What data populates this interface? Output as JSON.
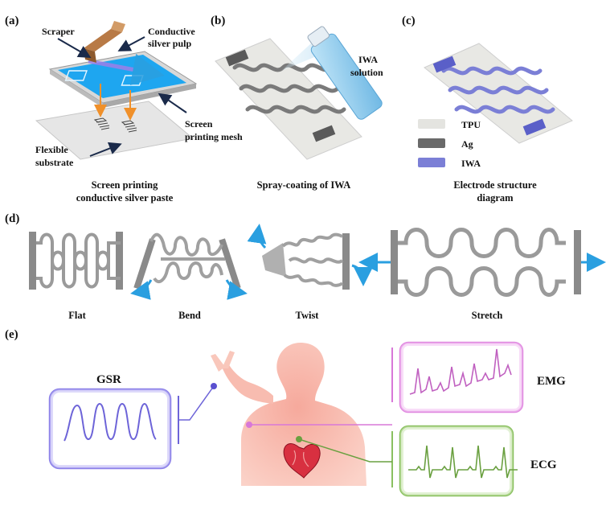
{
  "panels": {
    "a": {
      "tag": "(a)",
      "scraper": "Scraper",
      "pulp_line1": "Conductive",
      "pulp_line2": "silver pulp",
      "mesh_line1": "Screen",
      "mesh_line2": "printing mesh",
      "substrate_line1": "Flexible",
      "substrate_line2": "substrate",
      "caption_line1": "Screen printing",
      "caption_line2": "conductive silver paste"
    },
    "b": {
      "tag": "(b)",
      "solution_line1": "IWA",
      "solution_line2": "solution",
      "caption": "Spray-coating of IWA"
    },
    "c": {
      "tag": "(c)",
      "legend": [
        {
          "label": "TPU",
          "color": "#e4e4e0"
        },
        {
          "label": "Ag",
          "color": "#6a6a6a"
        },
        {
          "label": "IWA",
          "color": "#7b7fd6"
        }
      ],
      "caption_line1": "Electrode structure",
      "caption_line2": "diagram"
    },
    "d": {
      "tag": "(d)",
      "states": [
        "Flat",
        "Bend",
        "Twist",
        "Stretch"
      ]
    },
    "e": {
      "tag": "(e)",
      "gsr": "GSR",
      "emg": "EMG",
      "ecg": "ECG"
    }
  },
  "colors": {
    "mesh": "#1ea6f0",
    "ag": "#8c8c8c",
    "iwa": "#7b7fd6",
    "arrow_blue": "#2a9fe0",
    "gsr": "#7a6fe0",
    "emg": "#d878d8",
    "ecg": "#8ac060",
    "body": "#f7b2a6",
    "arrow_orange": "#f0902a"
  }
}
